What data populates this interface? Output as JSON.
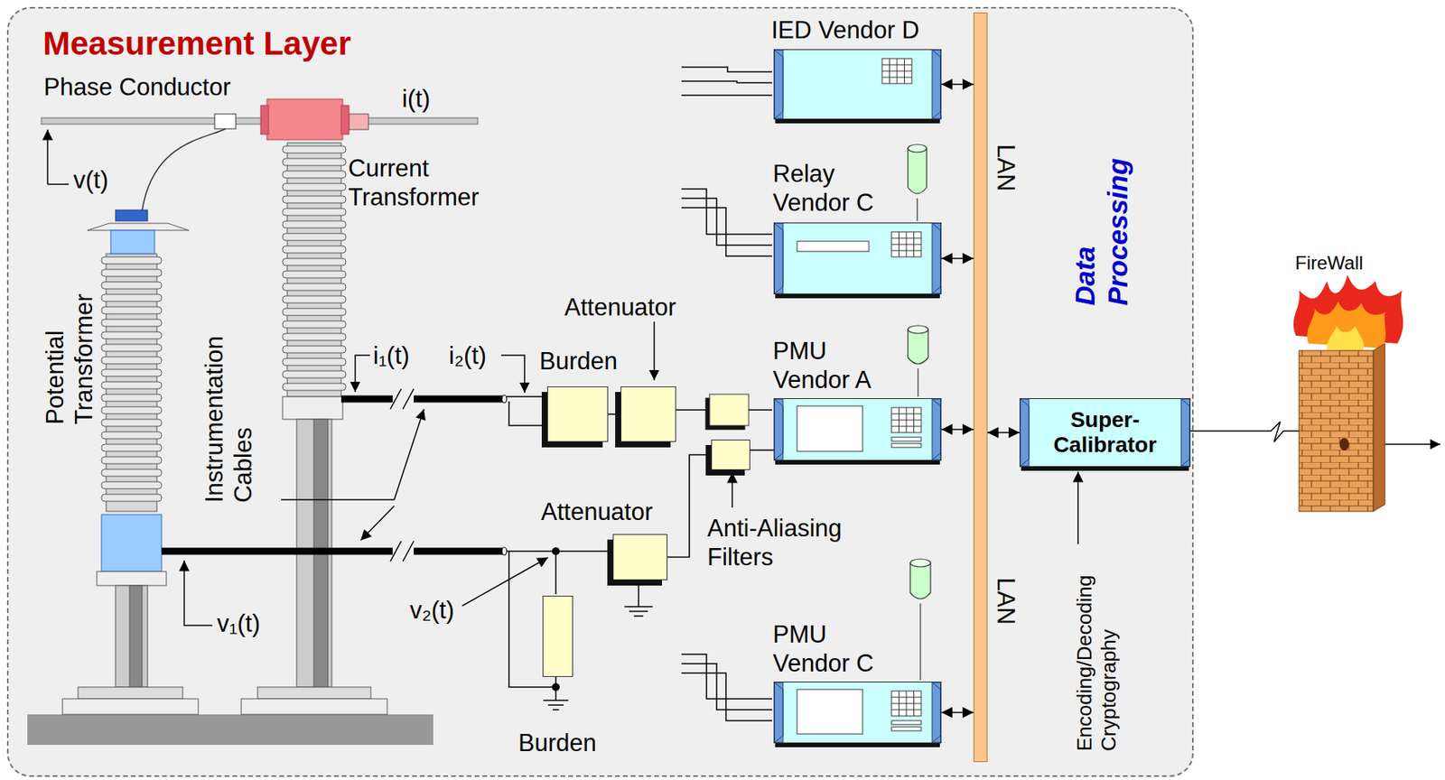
{
  "diagram": {
    "nodes": [
      {
        "text": [
          "Measurement Layer"
        ]
      },
      {
        "text": [
          "IED Vendor D"
        ],
        "in": 0
      },
      {
        "text": [
          "Relay Vendor C"
        ],
        "in": 0
      },
      {
        "text": [
          "Attenuator"
        ],
        "in": 0
      },
      {
        "text": [
          "Burden"
        ],
        "in": 0
      },
      {
        "text": [
          "PMU Vendor A"
        ],
        "in": 0
      },
      {
        "text": [
          "Super-Calibrator"
        ],
        "in": 0
      },
      {
        "text": [
          "Anti-Aliasing Filters"
        ],
        "in": 0
      },
      {
        "text": [
          "Attenuator"
        ],
        "in": 0
      },
      {
        "text": [
          "Burden"
        ],
        "in": 0
      },
      {
        "text": [
          "PMU Vendor C"
        ],
        "in": 0
      },
      {
        "text": [
          "LAN",
          "LAN"
        ],
        "in": 0
      }
    ],
    "edges": [
      {
        "from": 4,
        "to": 3,
        "arrow": "none"
      },
      {
        "from": 8,
        "to": 7,
        "arrow": "none"
      },
      {
        "from": 7,
        "to": 5,
        "arrow": "none"
      },
      {
        "from": 1,
        "to": 11,
        "arrow": "both"
      },
      {
        "from": 2,
        "to": 11,
        "arrow": "both"
      },
      {
        "from": 5,
        "to": 11,
        "arrow": "both"
      },
      {
        "from": 10,
        "to": 11,
        "arrow": "both"
      },
      {
        "from": 11,
        "to": 6,
        "arrow": "both"
      }
    ],
    "labels": [
      "Phase Conductor",
      "i(t)",
      "v(t)",
      "Current Transformer",
      "Potential Transformer",
      "Instrumentation Cables",
      "i₁(t)",
      "i₂(t)",
      "v₁(t)",
      "v₂(t)",
      "Data Processing",
      "Encoding/Decoding Cryptography",
      "FireWall"
    ]
  }
}
